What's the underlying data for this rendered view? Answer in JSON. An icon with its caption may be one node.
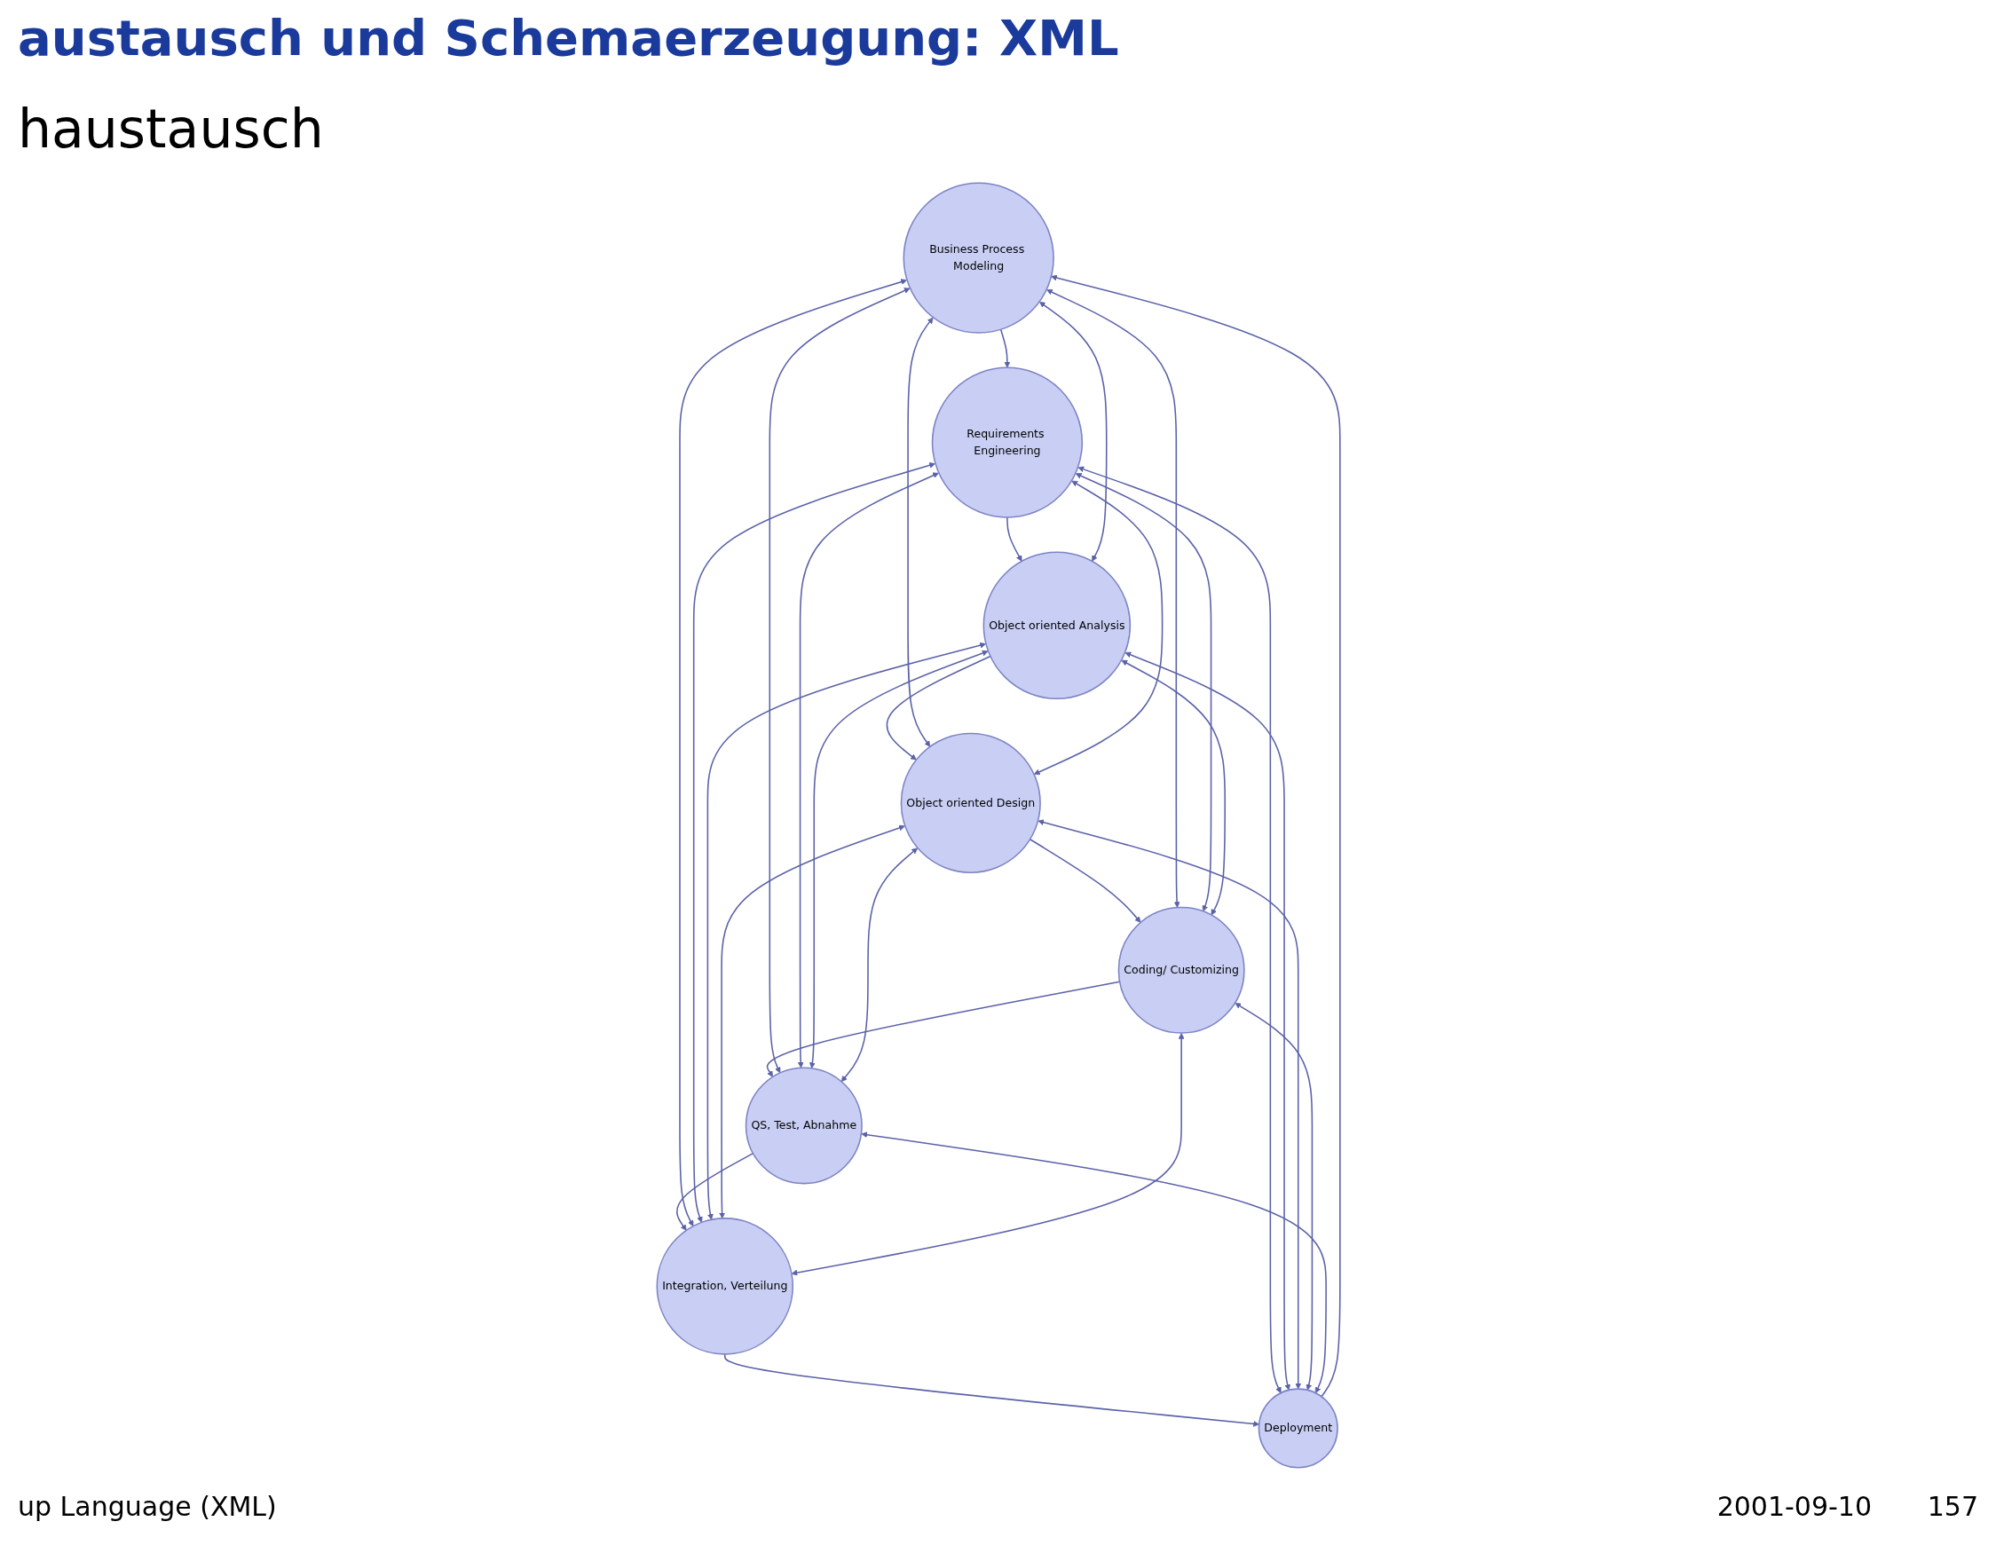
{
  "diagram": {
    "title": "austausch und Schemaerzeugung: XML",
    "nodes": [
      {
        "text": [
          "Business Process Modeling"
        ]
      },
      {
        "text": [
          "Requirements Engineering"
        ]
      },
      {
        "text": [
          "Deployment"
        ]
      },
      {
        "text": [
          "Integration, Verteilung"
        ]
      },
      {
        "text": [
          "Object oriented Analysis"
        ]
      },
      {
        "text": [
          "QS, Test, Abnahme"
        ]
      },
      {
        "text": [
          "Object oriented Design"
        ]
      },
      {
        "text": [
          "Coding/ Customizing"
        ]
      }
    ],
    "edges": [
      {
        "from": 0,
        "to": 1,
        "arrow": "to"
      },
      {
        "from": 1,
        "to": 4,
        "arrow": "to"
      },
      {
        "from": 4,
        "to": 6,
        "arrow": "to"
      },
      {
        "from": 6,
        "to": 7,
        "arrow": "to"
      },
      {
        "from": 7,
        "to": 5,
        "arrow": "to"
      },
      {
        "from": 5,
        "to": 3,
        "arrow": "to"
      },
      {
        "from": 3,
        "to": 2,
        "arrow": "to"
      },
      {
        "from": 2,
        "to": 0,
        "arrow": "to"
      },
      {
        "from": 0,
        "to": 4,
        "arrow": "both"
      },
      {
        "from": 0,
        "to": 6,
        "arrow": "both"
      },
      {
        "from": 0,
        "to": 7,
        "arrow": "both"
      },
      {
        "from": 0,
        "to": 5,
        "arrow": "both"
      },
      {
        "from": 0,
        "to": 3,
        "arrow": "both"
      },
      {
        "from": 1,
        "to": 6,
        "arrow": "both"
      },
      {
        "from": 1,
        "to": 7,
        "arrow": "both"
      },
      {
        "from": 1,
        "to": 5,
        "arrow": "both"
      },
      {
        "from": 1,
        "to": 3,
        "arrow": "both"
      },
      {
        "from": 1,
        "to": 2,
        "arrow": "both"
      },
      {
        "from": 4,
        "to": 7,
        "arrow": "both"
      },
      {
        "from": 4,
        "to": 5,
        "arrow": "both"
      },
      {
        "from": 4,
        "to": 3,
        "arrow": "both"
      },
      {
        "from": 4,
        "to": 2,
        "arrow": "both"
      },
      {
        "from": 6,
        "to": 5,
        "arrow": "both"
      },
      {
        "from": 6,
        "to": 3,
        "arrow": "both"
      },
      {
        "from": 6,
        "to": 2,
        "arrow": "both"
      },
      {
        "from": 7,
        "to": 3,
        "arrow": "both"
      },
      {
        "from": 7,
        "to": 2,
        "arrow": "both"
      },
      {
        "from": 5,
        "to": 2,
        "arrow": "both"
      }
    ],
    "labels": [
      "haustausch",
      "up Language (XML)",
      "2001-09-10",
      "157"
    ]
  }
}
